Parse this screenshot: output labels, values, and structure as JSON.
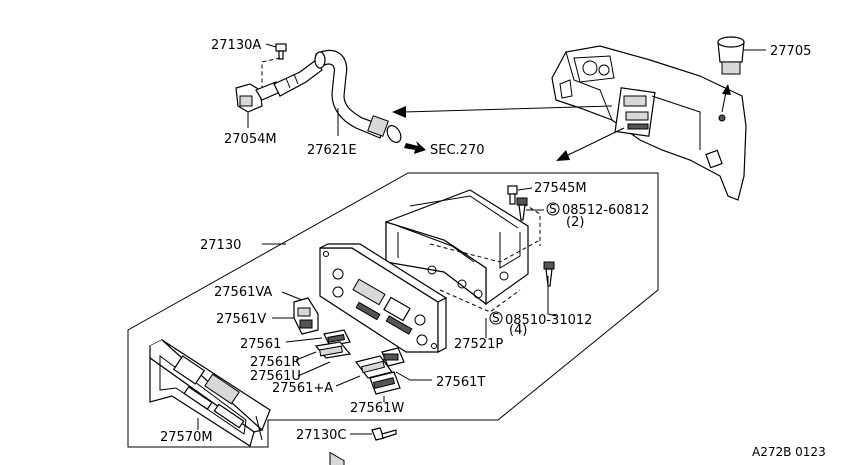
{
  "labels": {
    "l27130A": "27130A",
    "l27054M": "27054M",
    "l27621E": "27621E",
    "lSEC270": "SEC.270",
    "l27705": "27705",
    "l27545M": "27545M",
    "l08512": "08512-60812",
    "l08512q": "(2)",
    "l27130": "27130",
    "l27561VA": "27561VA",
    "l27561V": "27561V",
    "l27561": "27561",
    "l27561R": "27561R",
    "l27561U": "27561U",
    "l27561pA": "27561+A",
    "l27561W": "27561W",
    "l27561T": "27561T",
    "l08510": "08510-31012",
    "l08510q": "(4)",
    "l27521P": "27521P",
    "l27570M": "27570M",
    "l27130C": "27130C",
    "lref": "A272B 0123"
  },
  "symbols": {
    "screw_std": "S"
  }
}
